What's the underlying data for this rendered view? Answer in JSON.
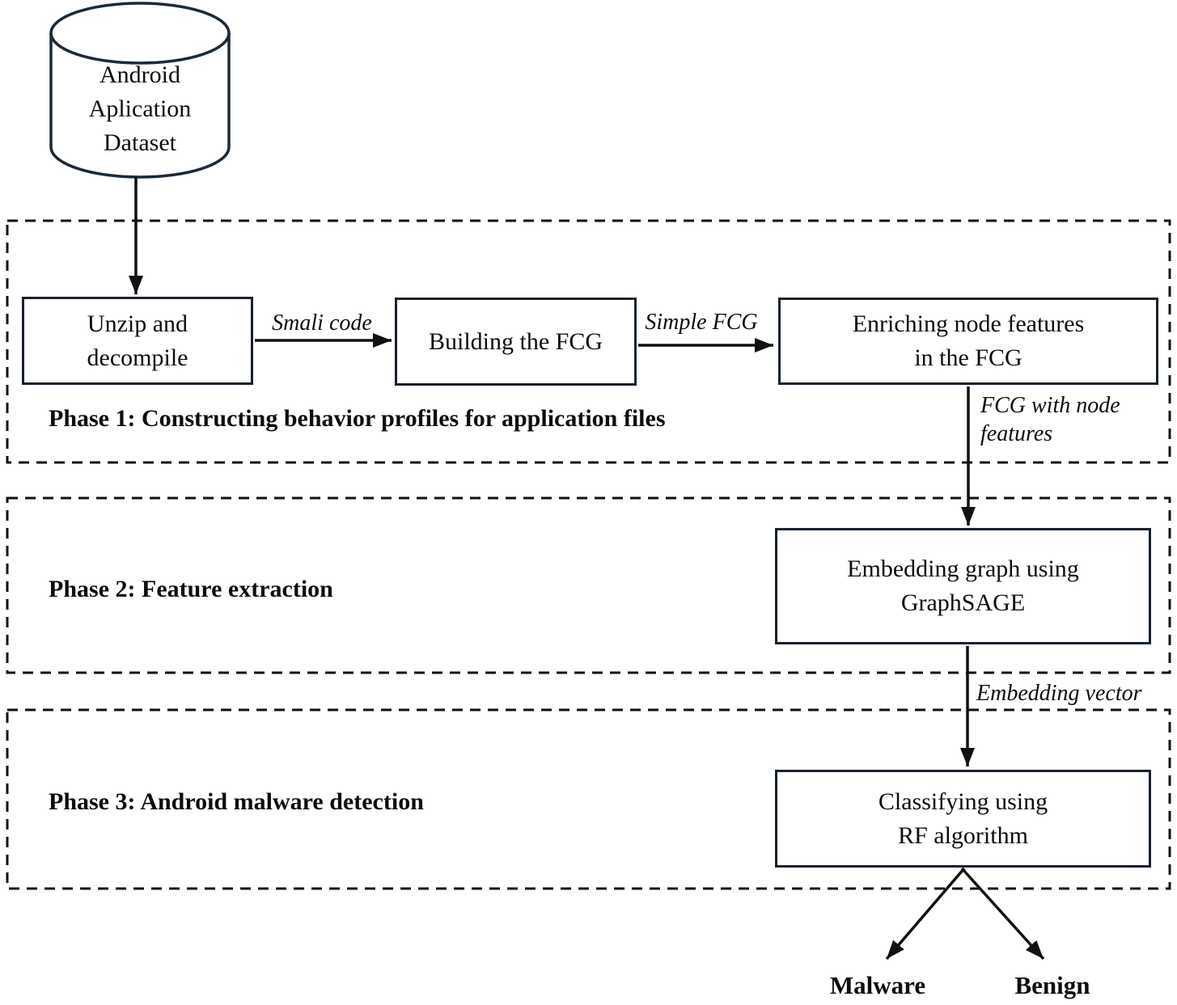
{
  "figure": {
    "type": "flowchart",
    "description": "Android malware detection pipeline with three phases"
  },
  "colors": {
    "background": "#ffffff",
    "shape_border": "#18222e",
    "line": "#111111",
    "text": "#0d0d0d"
  },
  "nodes": {
    "dataset": "Android\nAplication\nDataset",
    "unzip": "Unzip and\ndecompile",
    "build_fcg": "Building the FCG",
    "enrich": "Enriching node features\nin the FCG",
    "embed": "Embedding graph using\nGraphSAGE",
    "classify": "Classifying using\nRF algorithm"
  },
  "edge_labels": {
    "smali": "Smali code",
    "simple_fcg": "Simple FCG",
    "fcg_with_node_features": "FCG with node\nfeatures",
    "embedding_vector": "Embedding vector"
  },
  "phases": {
    "phase1": "Phase 1: Constructing behavior profiles for application files",
    "phase2": "Phase 2: Feature extraction",
    "phase3": "Phase 3: Android malware detection"
  },
  "outputs": {
    "malware": "Malware",
    "benign": "Benign"
  }
}
